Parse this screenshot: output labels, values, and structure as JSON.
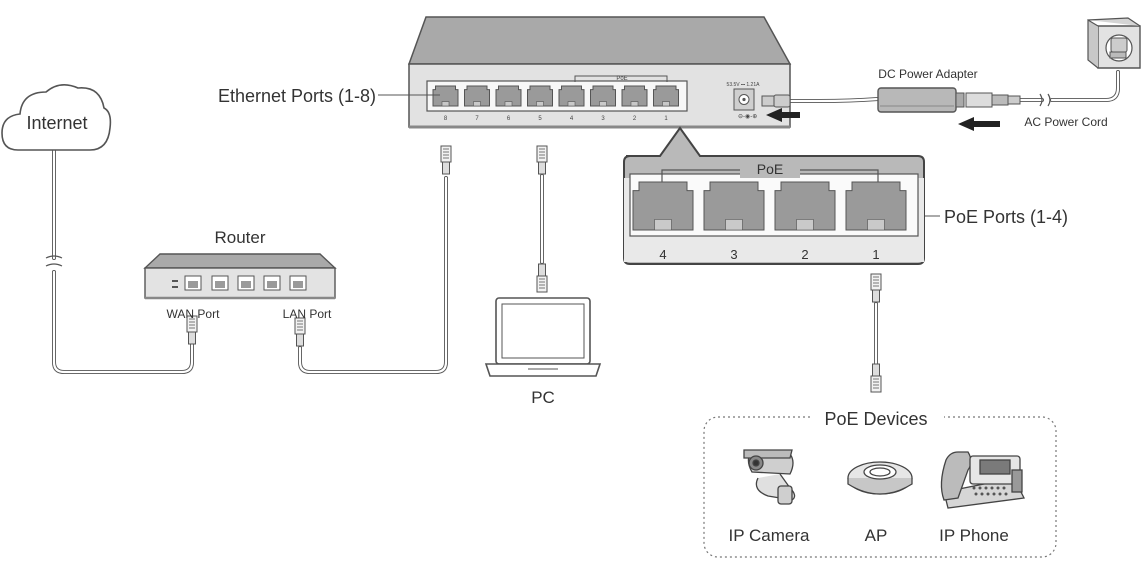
{
  "labels": {
    "internet": "Internet",
    "ethernet_ports": "Ethernet Ports (1-8)",
    "poe_small": "PoE",
    "poe_big": "PoE",
    "dc_adapter": "DC Power Adapter",
    "ac_cord": "AC Power Cord",
    "poe_ports": "PoE Ports (1-4)",
    "router": "Router",
    "wan_port": "WAN Port",
    "lan_port": "LAN Port",
    "pc": "PC",
    "poe_devices": "PoE Devices",
    "ip_camera": "IP Camera",
    "ap": "AP",
    "ip_phone": "IP Phone",
    "power_spec": "53.5V ⎓ 1.21A"
  },
  "switch_port_numbers": [
    "8",
    "7",
    "6",
    "5",
    "4",
    "3",
    "2",
    "1"
  ],
  "poe_port_numbers": [
    "4",
    "3",
    "2",
    "1"
  ],
  "colors": {
    "line": "#555555",
    "device_body": "#b9b9b9",
    "device_light": "#e3e3e3",
    "port_fill": "#9a9a9a",
    "detail_fill": "#d6d6d6"
  }
}
